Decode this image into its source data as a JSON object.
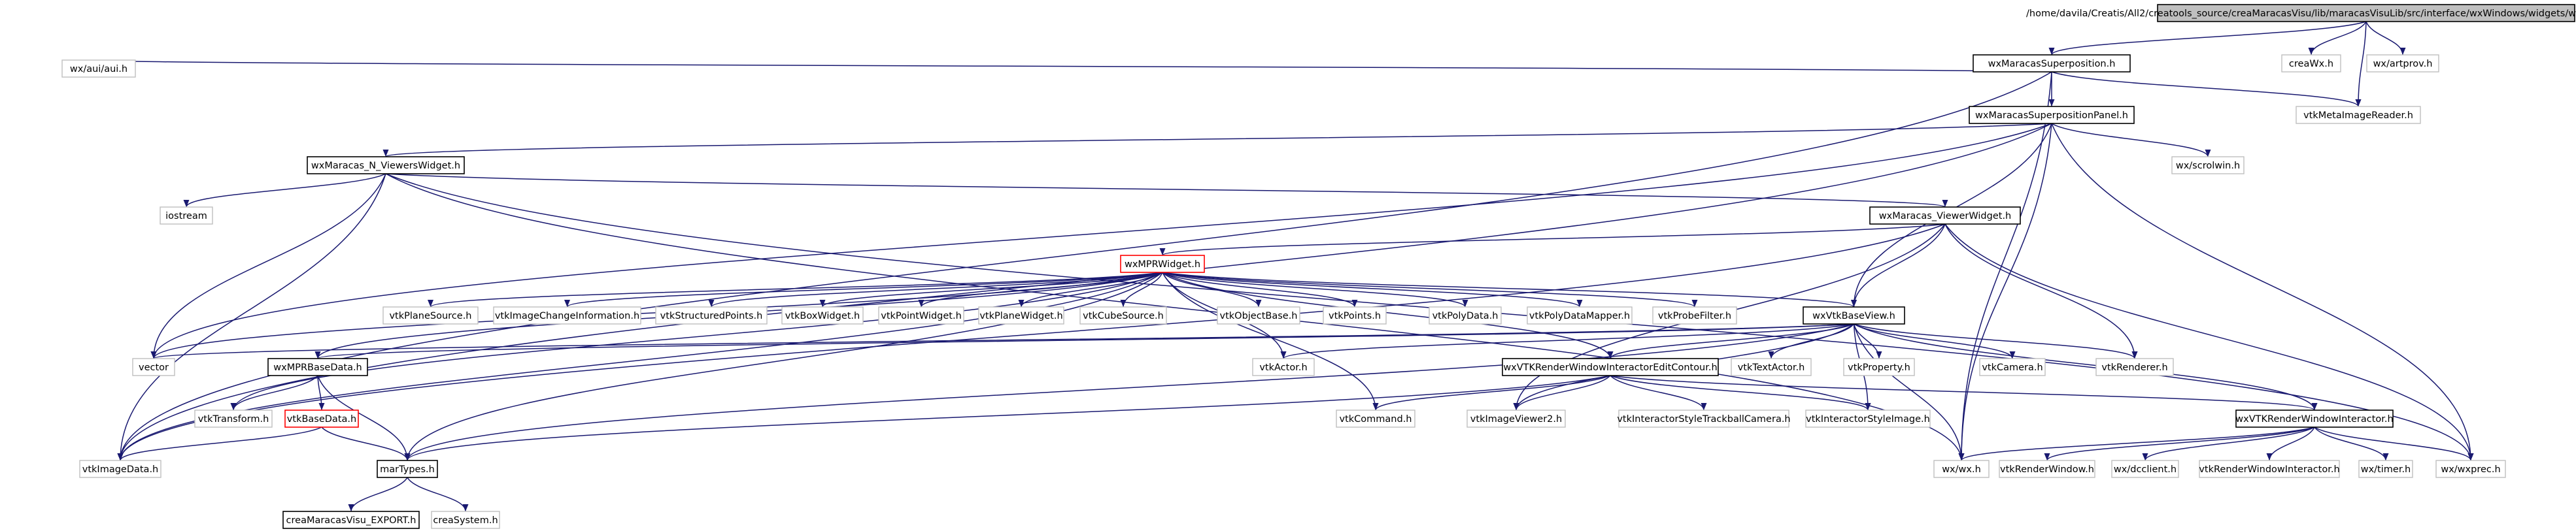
{
  "nodes": [
    {
      "id": "root",
      "label": "/home/davila/Creatis/All2/creatools_source/creaMaracasVisu/lib/maracasVisuLib/src/interface/wxWindows/widgets/wxMaracasSuperposition.cxx",
      "style": "root"
    },
    {
      "id": "superposition_h",
      "label": "wxMaracasSuperposition.h",
      "style": "doc"
    },
    {
      "id": "creawx_h",
      "label": "creaWx.h",
      "style": "plain"
    },
    {
      "id": "artprov_h",
      "label": "wx/artprov.h",
      "style": "plain"
    },
    {
      "id": "aui_h",
      "label": "wx/aui/aui.h",
      "style": "plain"
    },
    {
      "id": "superpositionpanel_h",
      "label": "wxMaracasSuperpositionPanel.h",
      "style": "doc"
    },
    {
      "id": "vtkmetaimagereader_h",
      "label": "vtkMetaImageReader.h",
      "style": "plain"
    },
    {
      "id": "nviewers_h",
      "label": "wxMaracas_N_ViewersWidget.h",
      "style": "doc"
    },
    {
      "id": "scrolwin_h",
      "label": "wx/scrolwin.h",
      "style": "plain"
    },
    {
      "id": "iostream",
      "label": "iostream",
      "style": "plain"
    },
    {
      "id": "viewerwidget_h",
      "label": "wxMaracas_ViewerWidget.h",
      "style": "doc"
    },
    {
      "id": "mprwidget_h",
      "label": "wxMPRWidget.h",
      "style": "red"
    },
    {
      "id": "vtkplanesource",
      "label": "vtkPlaneSource.h",
      "style": "plain"
    },
    {
      "id": "vtkimagechangeinfo",
      "label": "vtkImageChangeInformation.h",
      "style": "plain"
    },
    {
      "id": "vtkstructuredpoints",
      "label": "vtkStructuredPoints.h",
      "style": "plain"
    },
    {
      "id": "vtkboxwidget",
      "label": "vtkBoxWidget.h",
      "style": "plain"
    },
    {
      "id": "vtkpointwidget",
      "label": "vtkPointWidget.h",
      "style": "plain"
    },
    {
      "id": "vtkplanewidget",
      "label": "vtkPlaneWidget.h",
      "style": "plain"
    },
    {
      "id": "vtkcubesource",
      "label": "vtkCubeSource.h",
      "style": "plain"
    },
    {
      "id": "vtkobjectbase",
      "label": "vtkObjectBase.h",
      "style": "plain"
    },
    {
      "id": "vtkpoints",
      "label": "vtkPoints.h",
      "style": "plain"
    },
    {
      "id": "vtkpolydata",
      "label": "vtkPolyData.h",
      "style": "plain"
    },
    {
      "id": "vtkpolydatamapper",
      "label": "vtkPolyDataMapper.h",
      "style": "plain"
    },
    {
      "id": "vtkprobefilter",
      "label": "vtkProbeFilter.h",
      "style": "plain"
    },
    {
      "id": "wxvtkbaseview",
      "label": "wxVtkBaseView.h",
      "style": "doc"
    },
    {
      "id": "vector",
      "label": "vector",
      "style": "plain"
    },
    {
      "id": "mprbasedata",
      "label": "wxMPRBaseData.h",
      "style": "doc"
    },
    {
      "id": "vtkactor",
      "label": "vtkActor.h",
      "style": "plain"
    },
    {
      "id": "editcontour",
      "label": "wxVTKRenderWindowInteractorEditContour.h",
      "style": "doc"
    },
    {
      "id": "vtktextactor",
      "label": "vtkTextActor.h",
      "style": "plain"
    },
    {
      "id": "vtkproperty",
      "label": "vtkProperty.h",
      "style": "plain"
    },
    {
      "id": "vtkcamera",
      "label": "vtkCamera.h",
      "style": "plain"
    },
    {
      "id": "vtkrenderer",
      "label": "vtkRenderer.h",
      "style": "plain"
    },
    {
      "id": "vtktransform",
      "label": "vtkTransform.h",
      "style": "plain"
    },
    {
      "id": "vtkbasedata",
      "label": "vtkBaseData.h",
      "style": "red"
    },
    {
      "id": "vtkcommand",
      "label": "vtkCommand.h",
      "style": "plain"
    },
    {
      "id": "vtkimageviewer2",
      "label": "vtkImageViewer2.h",
      "style": "plain"
    },
    {
      "id": "trackballcamera",
      "label": "vtkInteractorStyleTrackballCamera.h",
      "style": "plain"
    },
    {
      "id": "styleimage",
      "label": "vtkInteractorStyleImage.h",
      "style": "plain"
    },
    {
      "id": "renderwininteractor",
      "label": "wxVTKRenderWindowInteractor.h",
      "style": "doc"
    },
    {
      "id": "vtkimagedata",
      "label": "vtkImageData.h",
      "style": "plain"
    },
    {
      "id": "martypes",
      "label": "marTypes.h",
      "style": "doc"
    },
    {
      "id": "wx_h",
      "label": "wx/wx.h",
      "style": "plain"
    },
    {
      "id": "vtkrenderwindow",
      "label": "vtkRenderWindow.h",
      "style": "plain"
    },
    {
      "id": "dcclient",
      "label": "wx/dcclient.h",
      "style": "plain"
    },
    {
      "id": "vtkrwi",
      "label": "vtkRenderWindowInteractor.h",
      "style": "plain"
    },
    {
      "id": "timer",
      "label": "wx/timer.h",
      "style": "plain"
    },
    {
      "id": "wxprec",
      "label": "wx/wxprec.h",
      "style": "plain"
    },
    {
      "id": "export",
      "label": "creaMaracasVisu_EXPORT.h",
      "style": "doc"
    },
    {
      "id": "creasystem",
      "label": "creaSystem.h",
      "style": "plain"
    }
  ],
  "edges": [
    [
      "root",
      "superposition_h"
    ],
    [
      "root",
      "creawx_h"
    ],
    [
      "root",
      "artprov_h"
    ],
    [
      "root",
      "vtkmetaimagereader_h"
    ],
    [
      "superposition_h",
      "aui_h"
    ],
    [
      "superposition_h",
      "superpositionpanel_h"
    ],
    [
      "superposition_h",
      "vtkmetaimagereader_h"
    ],
    [
      "superposition_h",
      "vtkimagedata"
    ],
    [
      "superposition_h",
      "wx_h"
    ],
    [
      "superpositionpanel_h",
      "nviewers_h"
    ],
    [
      "superpositionpanel_h",
      "scrolwin_h"
    ],
    [
      "superpositionpanel_h",
      "vector"
    ],
    [
      "superpositionpanel_h",
      "wxvtkbaseview"
    ],
    [
      "superpositionpanel_h",
      "wx_h"
    ],
    [
      "superpositionpanel_h",
      "wxprec"
    ],
    [
      "superpositionpanel_h",
      "vtkimagedata"
    ],
    [
      "nviewers_h",
      "iostream"
    ],
    [
      "nviewers_h",
      "viewerwidget_h"
    ],
    [
      "nviewers_h",
      "vector"
    ],
    [
      "nviewers_h",
      "vtkimagedata"
    ],
    [
      "nviewers_h",
      "wx_h"
    ],
    [
      "nviewers_h",
      "wxprec"
    ],
    [
      "viewerwidget_h",
      "mprwidget_h"
    ],
    [
      "viewerwidget_h",
      "wxvtkbaseview"
    ],
    [
      "viewerwidget_h",
      "vtkrenderer"
    ],
    [
      "viewerwidget_h",
      "wxprec"
    ],
    [
      "viewerwidget_h",
      "vtkimagedata"
    ],
    [
      "viewerwidget_h",
      "vtkimageviewer2"
    ],
    [
      "mprwidget_h",
      "vtkplanesource"
    ],
    [
      "mprwidget_h",
      "vtkimagechangeinfo"
    ],
    [
      "mprwidget_h",
      "vtkstructuredpoints"
    ],
    [
      "mprwidget_h",
      "vtkboxwidget"
    ],
    [
      "mprwidget_h",
      "vtkpointwidget"
    ],
    [
      "mprwidget_h",
      "vtkplanewidget"
    ],
    [
      "mprwidget_h",
      "vtkcubesource"
    ],
    [
      "mprwidget_h",
      "vtkobjectbase"
    ],
    [
      "mprwidget_h",
      "vtkpoints"
    ],
    [
      "mprwidget_h",
      "vtkpolydata"
    ],
    [
      "mprwidget_h",
      "vtkpolydatamapper"
    ],
    [
      "mprwidget_h",
      "vtkprobefilter"
    ],
    [
      "mprwidget_h",
      "wxvtkbaseview"
    ],
    [
      "mprwidget_h",
      "vector"
    ],
    [
      "mprwidget_h",
      "mprbasedata"
    ],
    [
      "mprwidget_h",
      "vtkactor"
    ],
    [
      "mprwidget_h",
      "vtkcommand"
    ],
    [
      "mprwidget_h",
      "vtktransform"
    ],
    [
      "mprwidget_h",
      "vtkimagedata"
    ],
    [
      "mprwidget_h",
      "martypes"
    ],
    [
      "mprwidget_h",
      "editcontour"
    ],
    [
      "wxvtkbaseview",
      "vector"
    ],
    [
      "wxvtkbaseview",
      "mprbasedata"
    ],
    [
      "wxvtkbaseview",
      "vtkactor"
    ],
    [
      "wxvtkbaseview",
      "editcontour"
    ],
    [
      "wxvtkbaseview",
      "vtktextactor"
    ],
    [
      "wxvtkbaseview",
      "vtkproperty"
    ],
    [
      "wxvtkbaseview",
      "vtkcamera"
    ],
    [
      "wxvtkbaseview",
      "vtkrenderer"
    ],
    [
      "wxvtkbaseview",
      "renderwininteractor"
    ],
    [
      "wxvtkbaseview",
      "wx_h"
    ],
    [
      "wxvtkbaseview",
      "styleimage"
    ],
    [
      "wxvtkbaseview",
      "martypes"
    ],
    [
      "wxvtkbaseview",
      "vtkimageviewer2"
    ],
    [
      "mprbasedata",
      "vtktransform"
    ],
    [
      "mprbasedata",
      "vtkbasedata"
    ],
    [
      "mprbasedata",
      "martypes"
    ],
    [
      "vtkbasedata",
      "vtkimagedata"
    ],
    [
      "vtkbasedata",
      "martypes"
    ],
    [
      "editcontour",
      "vtkcommand"
    ],
    [
      "editcontour",
      "vtkimageviewer2"
    ],
    [
      "editcontour",
      "trackballcamera"
    ],
    [
      "editcontour",
      "styleimage"
    ],
    [
      "editcontour",
      "renderwininteractor"
    ],
    [
      "editcontour",
      "martypes"
    ],
    [
      "renderwininteractor",
      "wx_h"
    ],
    [
      "renderwininteractor",
      "vtkrenderwindow"
    ],
    [
      "renderwininteractor",
      "dcclient"
    ],
    [
      "renderwininteractor",
      "vtkrwi"
    ],
    [
      "renderwininteractor",
      "timer"
    ],
    [
      "renderwininteractor",
      "wxprec"
    ],
    [
      "martypes",
      "export"
    ],
    [
      "martypes",
      "creasystem"
    ]
  ]
}
